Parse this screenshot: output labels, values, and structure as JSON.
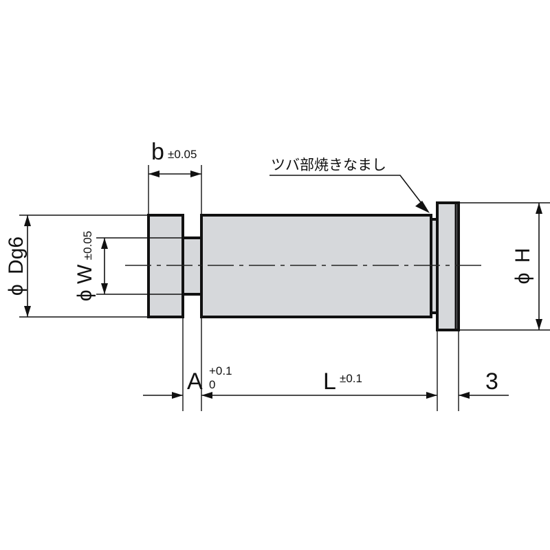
{
  "labels": {
    "b": "b",
    "b_tol": "±0.05",
    "note": "ツバ部焼きなまし",
    "D_phi": "ϕ",
    "D": "Dg6",
    "W_phi": "ϕ",
    "W": "W",
    "W_tol": "±0.05",
    "H_phi": "ϕ",
    "H": "H",
    "A": "A",
    "A_tol_upper": "+0.1",
    "A_tol_lower": "0",
    "L": "L",
    "L_tol": "±0.1",
    "dim_3": "3"
  },
  "colors": {
    "part_fill": "#d6d8db",
    "line": "#111111"
  }
}
